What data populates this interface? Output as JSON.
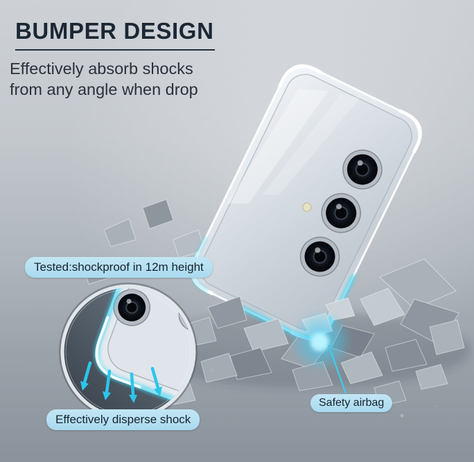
{
  "heading": {
    "title": "BUMPER DESIGN",
    "subtitle": "Effectively absorb shocks from any angle when drop"
  },
  "callouts": {
    "tested": "Tested:shockproof in 12m height",
    "disperse": "Effectively disperse shock",
    "airbag": "Safety airbag"
  },
  "colors": {
    "title_text": "#1b2734",
    "body_text": "#2a313b",
    "callout_bg": "#b3ddf0",
    "callout_text": "#16222e",
    "accent_cyan": "#35c8ea",
    "background_top": "#cdd1d6",
    "background_bottom": "#8a929b"
  }
}
